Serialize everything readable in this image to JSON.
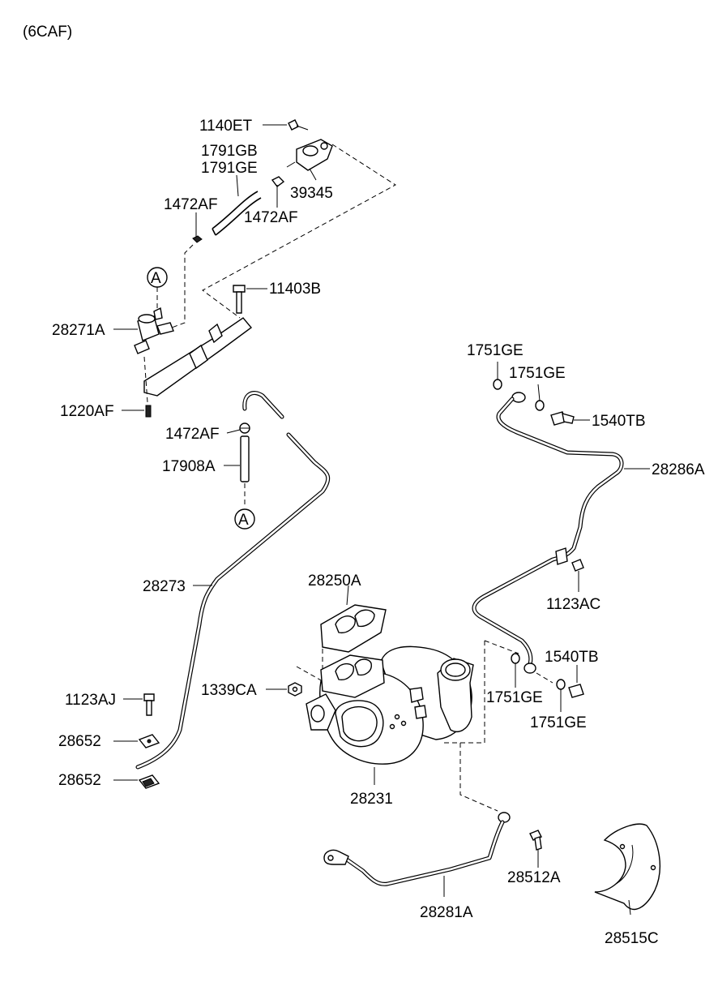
{
  "diagram": {
    "engine_code": "(6CAF)",
    "callout": "A",
    "parts": {
      "p1140ET": "1140ET",
      "p1791GB": "1791GB",
      "p1791GE": "1791GE",
      "p39345": "39345",
      "p1472AF": "1472AF",
      "p11403B": "11403B",
      "p28271A": "28271A",
      "p1220AF": "1220AF",
      "p17908A": "17908A",
      "p28273": "28273",
      "p1751GE": "1751GE",
      "p1540TB": "1540TB",
      "p28286A": "28286A",
      "p1123AC": "1123AC",
      "p28250A": "28250A",
      "p1339CA": "1339CA",
      "p1123AJ": "1123AJ",
      "p28652": "28652",
      "p28231": "28231",
      "p28512A": "28512A",
      "p28281A": "28281A",
      "p28515C": "28515C"
    }
  }
}
